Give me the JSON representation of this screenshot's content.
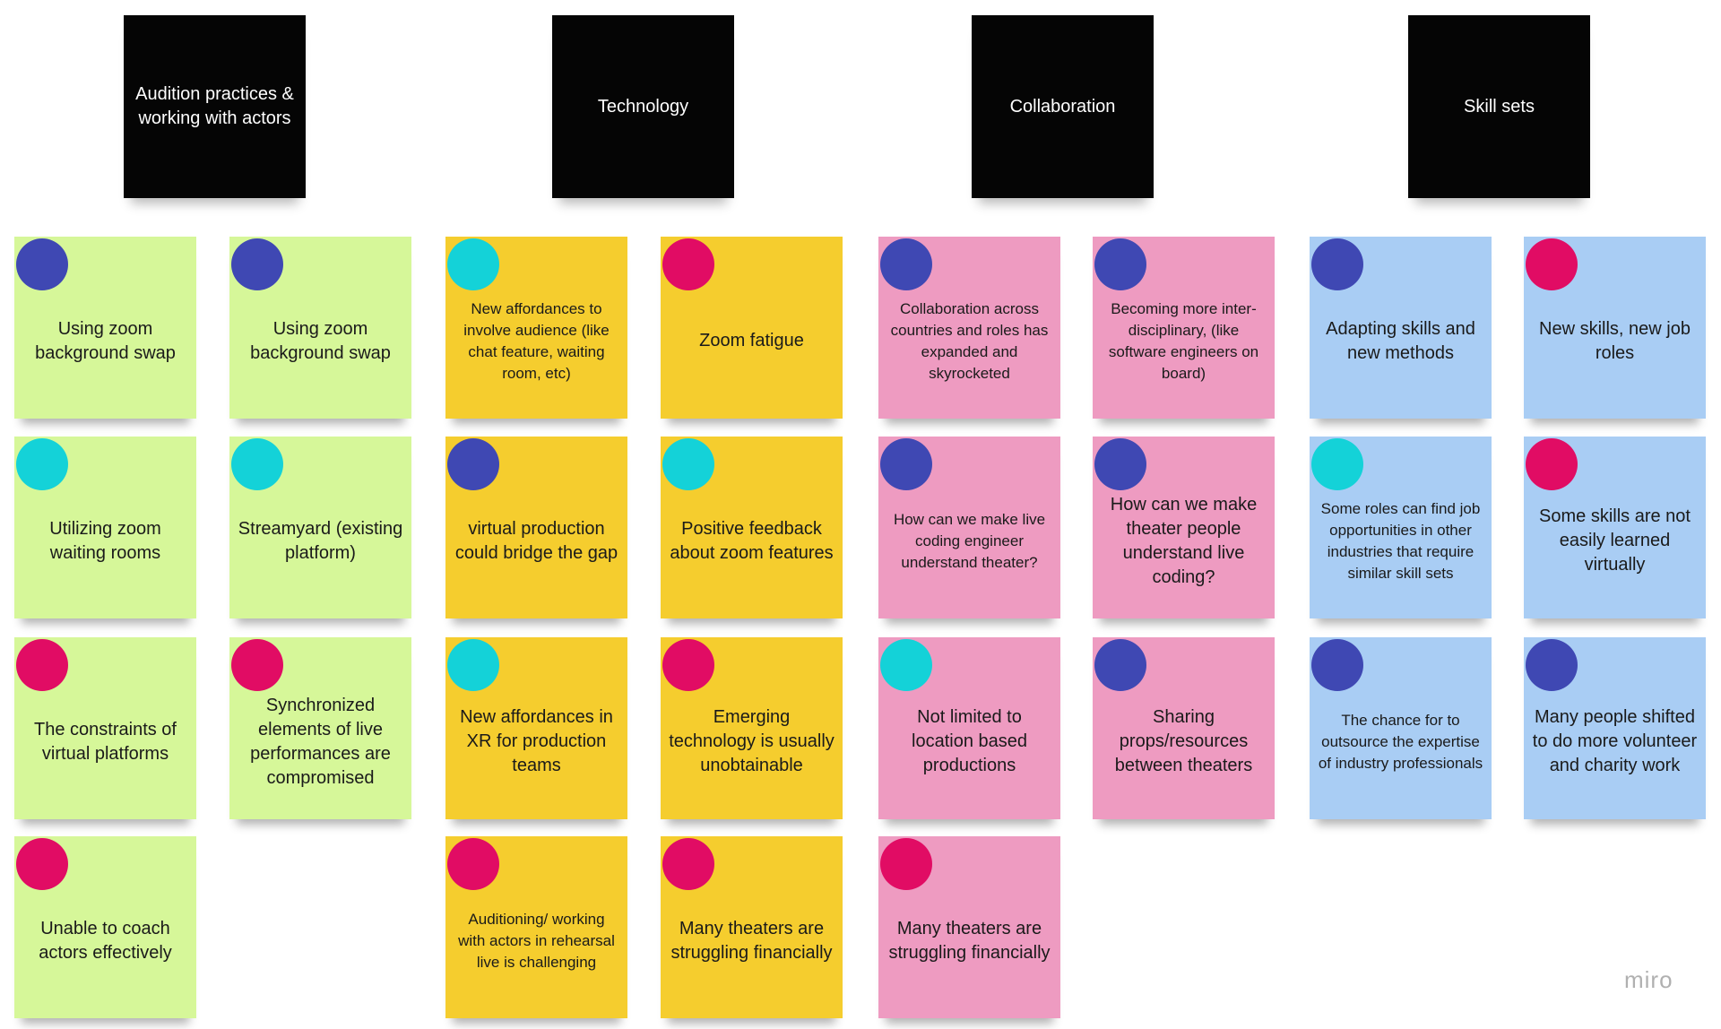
{
  "colors": {
    "header": "#050505",
    "green": "#d6f799",
    "yellow": "#f5cd2e",
    "pink": "#ee9bc1",
    "blue": "#a9cdf4",
    "dot_navy": "#3f48b3",
    "dot_cyan": "#14d2d8",
    "dot_magenta": "#e10c64"
  },
  "headers": [
    "Audition practices & working with actors",
    "Technology",
    "Collaboration",
    "Skill sets"
  ],
  "notes": [
    "Using zoom background swap",
    "Using zoom background swap",
    "New affordances to involve audience (like chat feature, waiting room, etc)",
    "Zoom fatigue",
    "Collaboration across countries and roles has expanded and skyrocketed",
    "Becoming more inter-disciplinary, (like software engineers on board)",
    "Adapting skills and new methods",
    "New skills, new job roles",
    "Utilizing zoom waiting rooms",
    "Streamyard (existing platform)",
    "virtual production could bridge the gap",
    "Positive feedback about zoom features",
    "How can we make live coding engineer understand theater?",
    "How can we make theater people understand live coding?",
    "Some roles can find job opportunities in other industries that require similar skill sets",
    "Some skills are not easily learned virtually",
    "The constraints of virtual platforms",
    "Synchronized elements of live performances are compromised",
    "New affordances in XR for production teams",
    "Emerging technology is usually unobtainable",
    "Not limited to location based productions",
    "Sharing props/resources between theaters",
    "The chance for to outsource the expertise of industry professionals",
    "Many people shifted to do more volunteer and charity work",
    "Unable to coach actors effectively",
    "Auditioning/ working with actors in rehearsal live is challenging",
    "Many theaters are struggling financially",
    "Many theaters are struggling financially"
  ],
  "brand": "miro"
}
